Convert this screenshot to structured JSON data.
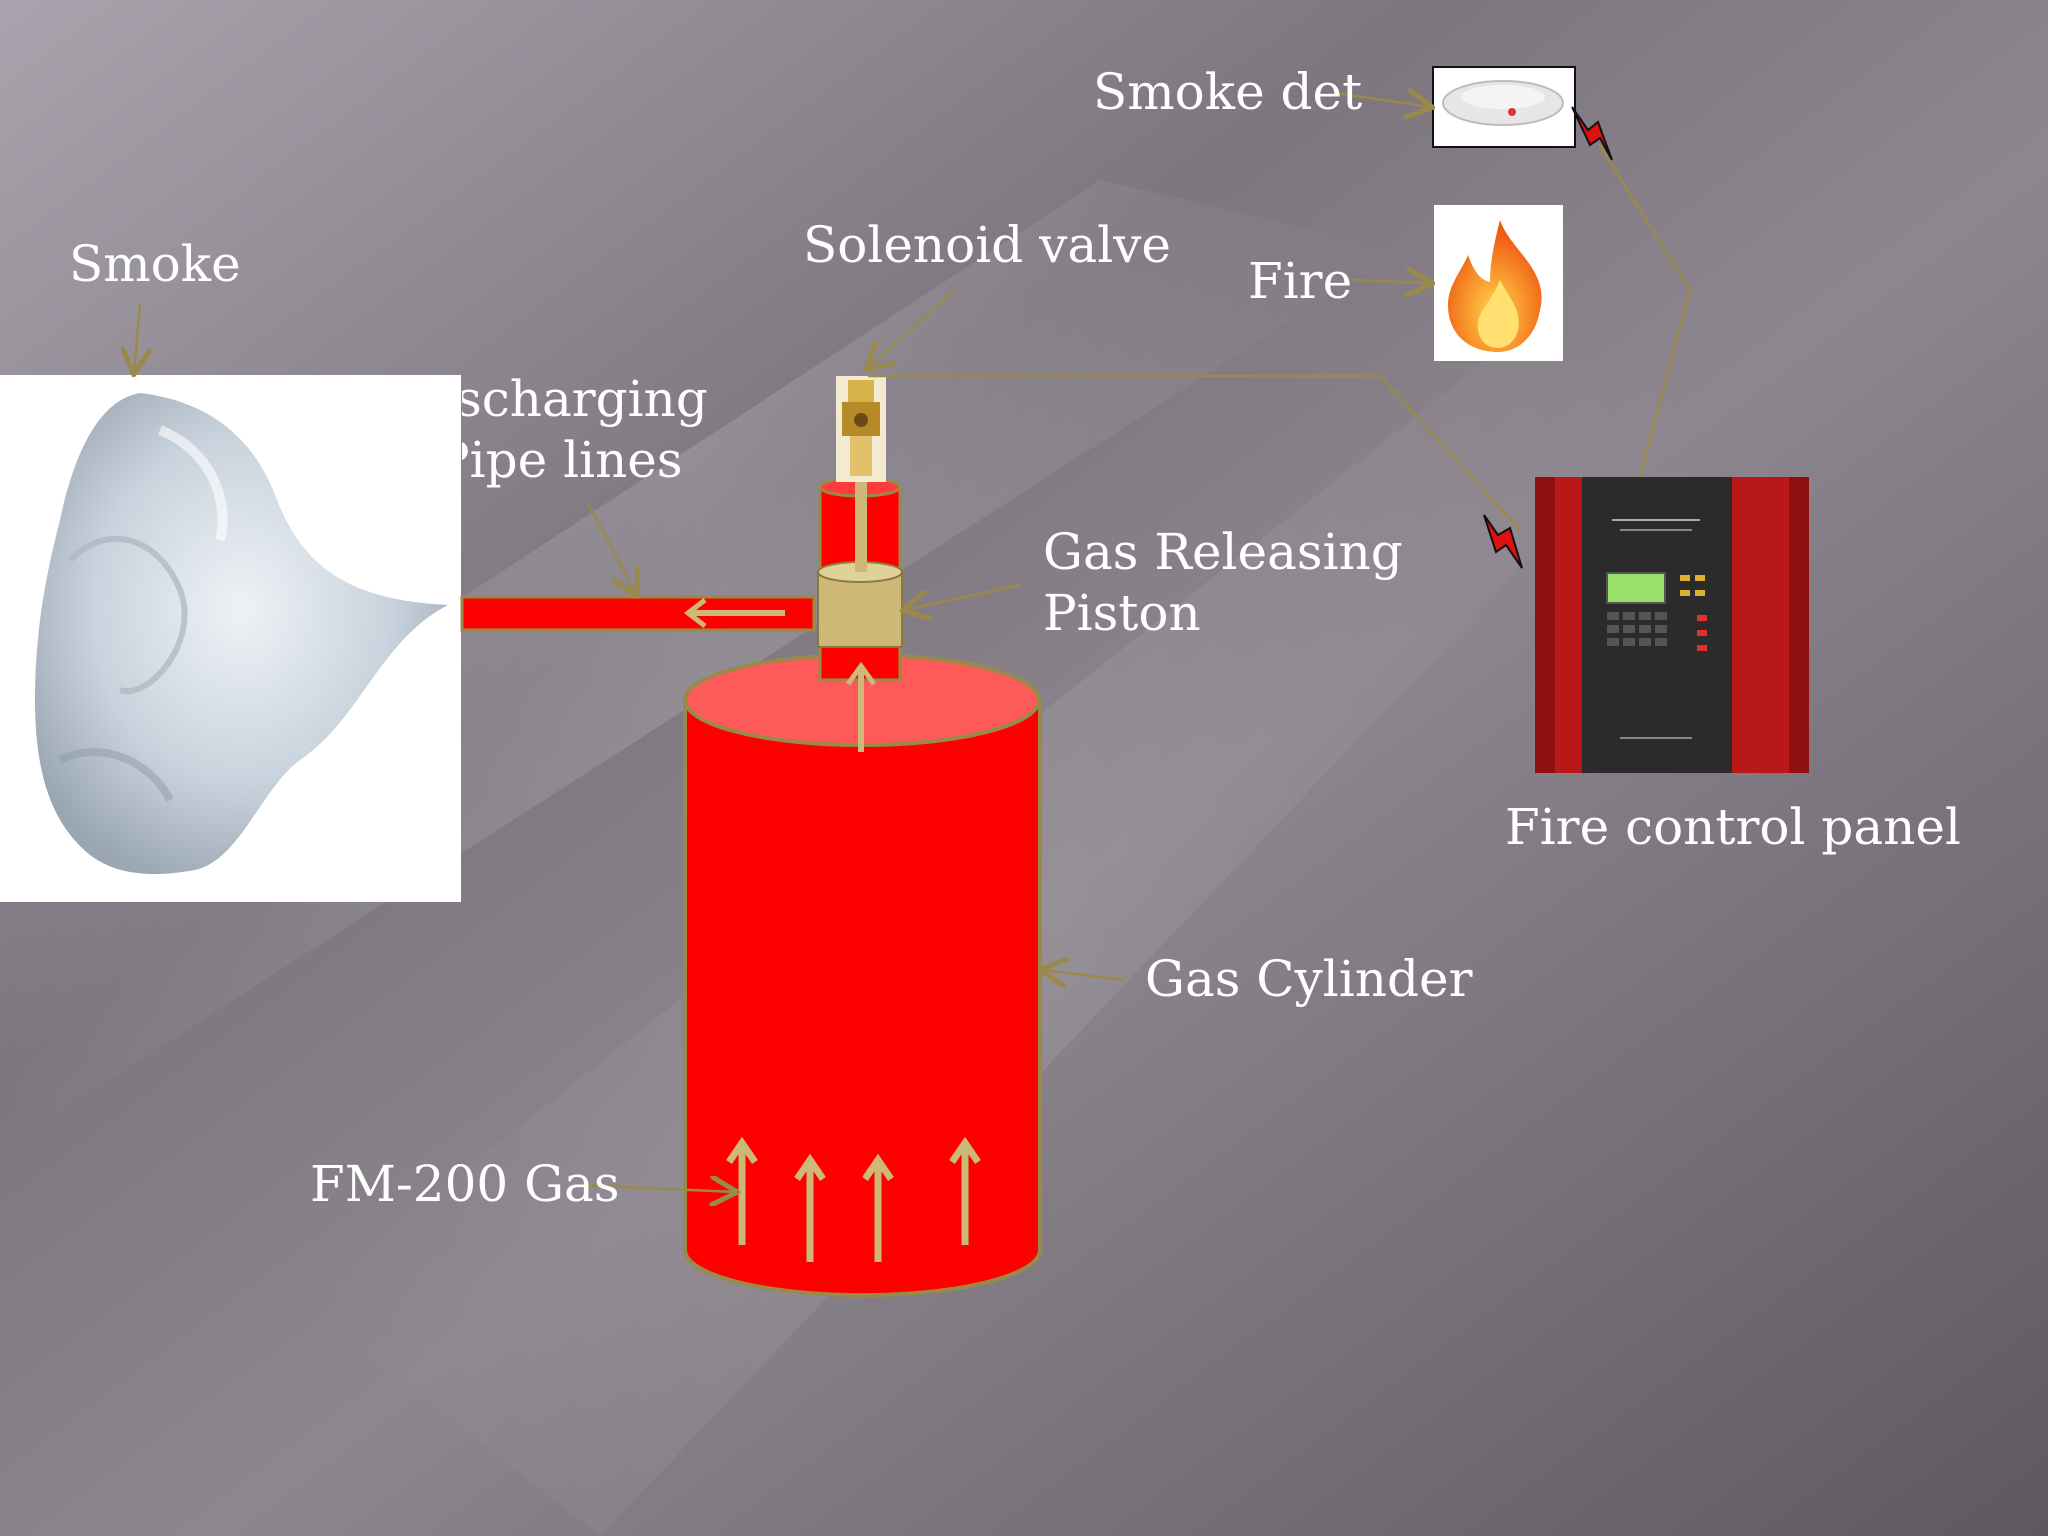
{
  "labels": {
    "smoke": "Smoke",
    "solenoid_valve": "Solenoid valve",
    "smoke_det": "Smoke det",
    "fire": "Fire",
    "discharging_line1": "Discharging",
    "discharging_line2": "Pipe lines",
    "gas_releasing_line1": "Gas Releasing",
    "gas_releasing_line2": "Piston",
    "fire_control_panel": "Fire control panel",
    "gas_cylinder": "Gas Cylinder",
    "fm200_gas": "FM-200 Gas"
  },
  "colors": {
    "background": "#77707a",
    "cylinder_red": "#ff0000",
    "cylinder_top": "#ff5a5a",
    "leader_line": "#9a8a4a",
    "piston_gold": "#cdb877",
    "panel_red": "#c81e1e",
    "panel_dark": "#2a2a2a"
  },
  "icons": {
    "smoke_image": "smoke-cloud-icon",
    "smoke_detector": "smoke-detector-icon",
    "fire": "flame-icon",
    "control_panel": "fire-control-panel-icon",
    "solenoid": "solenoid-valve-icon"
  }
}
